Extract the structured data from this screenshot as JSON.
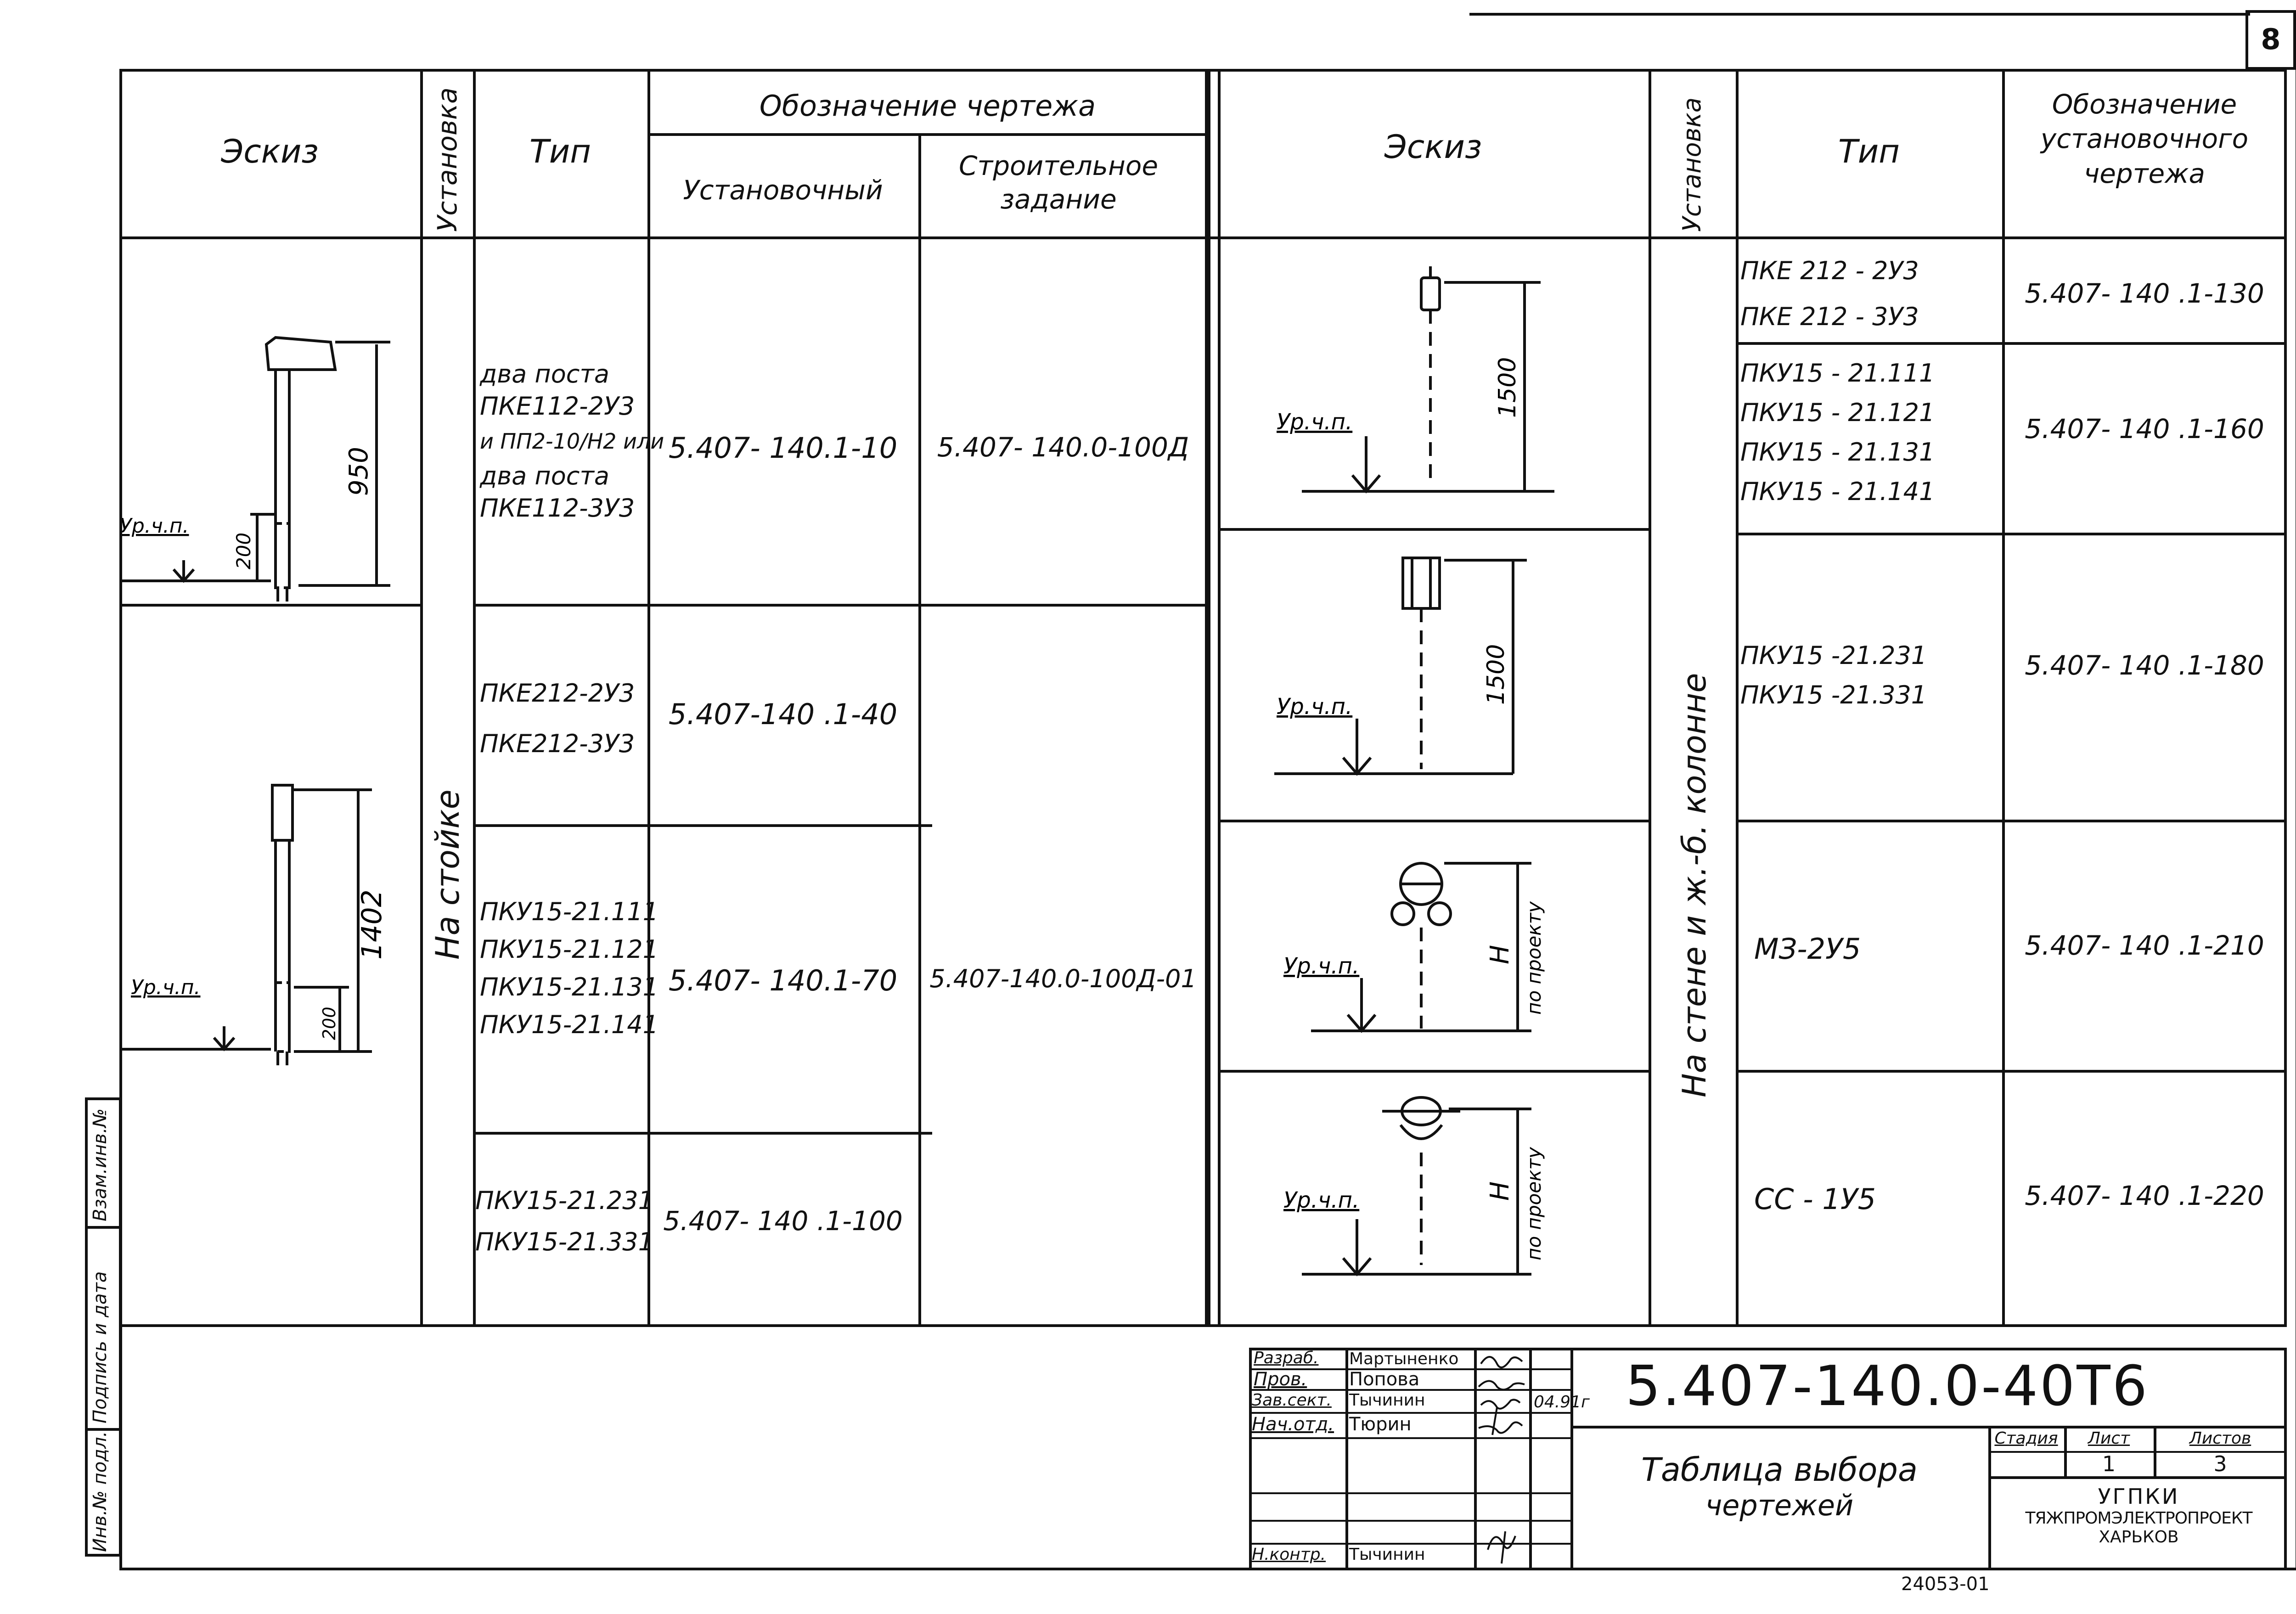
{
  "page_number": "8",
  "left_table": {
    "headers": {
      "sketch": "Эскиз",
      "installation": "Установка",
      "type": "Тип",
      "drawing_designation": "Обозначение чертежа",
      "installation_drawing": "Установочный",
      "construction_task": "Строительное задание"
    },
    "installation_value": "На стойке",
    "rows": [
      {
        "type_lines": [
          "два поста",
          "ПКЕ112-2У3",
          "и ПП2-10/Н2 или",
          "два поста",
          "ПКЕ112-3У3"
        ],
        "install": "5.407- 140.1-10",
        "construction": "5.407- 140.0-100Д"
      },
      {
        "type_lines": [
          "ПКЕ212-2У3",
          "ПКЕ212-3У3"
        ],
        "install": "5.407-140 .1-40",
        "construction": ""
      },
      {
        "type_lines": [
          "ПКУ15-21.111",
          "ПКУ15-21.121",
          "ПКУ15-21.131",
          "ПКУ15-21.141"
        ],
        "install": "5.407- 140.1-70",
        "construction": "5.407-140.0-100Д-01"
      },
      {
        "type_lines": [
          "ПКУ15-21.231",
          "ПКУ15-21.331"
        ],
        "install": "5.407- 140 .1-100",
        "construction": ""
      }
    ],
    "sketches": {
      "level_label": "Ур.ч.п.",
      "s1_dim_total": "950",
      "s1_dim_lower": "200",
      "s2_level_label": "Ур.ч.п.",
      "s2_dim_total": "1402",
      "s2_dim_lower": "200"
    }
  },
  "right_table": {
    "headers": {
      "sketch": "Эскиз",
      "installation": "Установка",
      "type": "Тип",
      "designation": "Обозначение установочного чертежа"
    },
    "installation_value": "На стене и ж.-б. колонне",
    "rows": [
      {
        "type_lines": [
          "ПКЕ 212 - 2У3",
          "ПКЕ 212 - 3У3"
        ],
        "designation": "5.407- 140 .1-130"
      },
      {
        "type_lines": [
          "ПКУ15 - 21.111",
          "ПКУ15 - 21.121",
          "ПКУ15 - 21.131",
          "ПКУ15 - 21.141"
        ],
        "designation": "5.407- 140 .1-160"
      },
      {
        "type_lines": [
          "ПКУ15 -21.231",
          "ПКУ15 -21.331"
        ],
        "designation": "5.407- 140 .1-180"
      },
      {
        "type_lines": [
          "МЗ-2У5"
        ],
        "designation": "5.407- 140 .1-210"
      },
      {
        "type_lines": [
          "СС - 1У5"
        ],
        "designation": "5.407- 140 .1-220"
      }
    ],
    "sketches": {
      "level_label": "Ур.ч.п.",
      "dim_1500": "1500",
      "dim_h": "Н",
      "dim_h_note": "по проекту"
    }
  },
  "side_stamp": [
    "Инв.№ подл.",
    "Подпись и дата",
    "Взам.инв.№"
  ],
  "title_block": {
    "code": "5.407-140.0-40Т6",
    "title_lines": [
      "Таблица выбора",
      "чертежей"
    ],
    "roles": [
      {
        "role": "Разраб.",
        "name": "Мартыненко"
      },
      {
        "role": "Пров.",
        "name": "Попова"
      },
      {
        "role": "Зав.сект.",
        "name": "Тычинин"
      },
      {
        "role": "Нач.отд.",
        "name": "Тюрин"
      },
      {
        "role": "",
        "name": ""
      },
      {
        "role": "",
        "name": ""
      },
      {
        "role": "Н.контр.",
        "name": "Тычинин"
      }
    ],
    "date": "04.91г",
    "stage_label": "Стадия",
    "sheet_label": "Лист",
    "sheets_label": "Листов",
    "sheet_value": "1",
    "sheets_value": "3",
    "org_lines": [
      "УГПКИ",
      "ТЯЖПРОМЭЛЕКТРОПРОЕКТ",
      "ХАРЬКОВ"
    ],
    "bottom_code": "24053-01"
  }
}
